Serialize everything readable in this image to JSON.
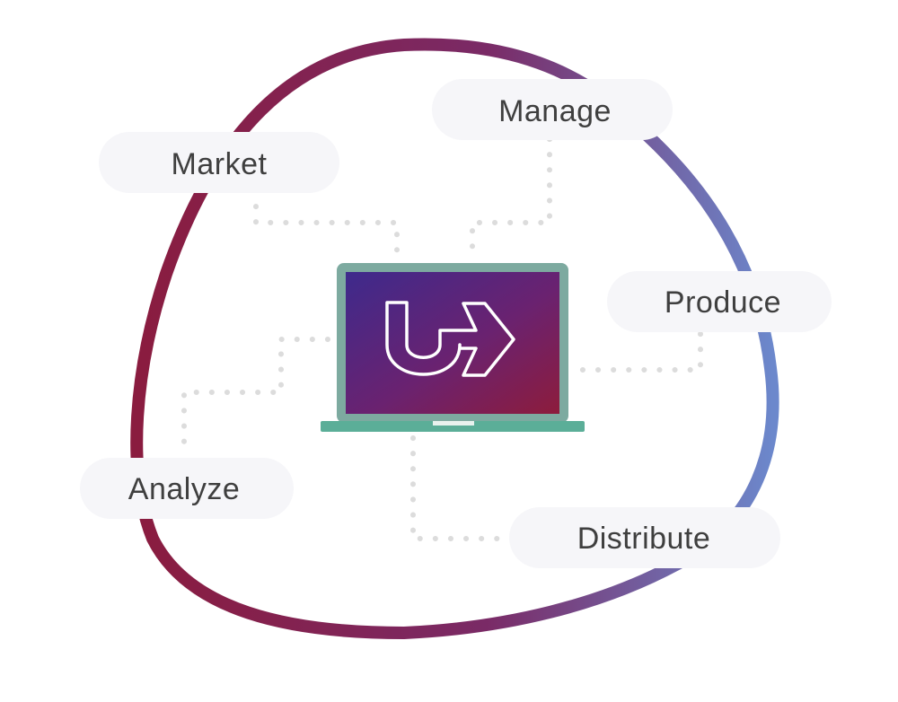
{
  "diagram": {
    "nodes": {
      "market": "Market",
      "manage": "Manage",
      "produce": "Produce",
      "analyze": "Analyze",
      "distribute": "Distribute"
    }
  },
  "colors": {
    "loop_gradient": [
      "#8a1c3f",
      "#7a2a66",
      "#6c88cc"
    ],
    "screen_gradient": [
      "#3e2a8c",
      "#6a2270",
      "#8d1c3c"
    ],
    "laptop_frame": "#7daaa0",
    "laptop_base": "#5bae98",
    "pill_fill": "#f6f6f9",
    "connector": "#dcdcdc",
    "label_text": "#3f3f3f"
  },
  "icons": {
    "center": "laptop-with-u-arrow-logo-icon"
  }
}
